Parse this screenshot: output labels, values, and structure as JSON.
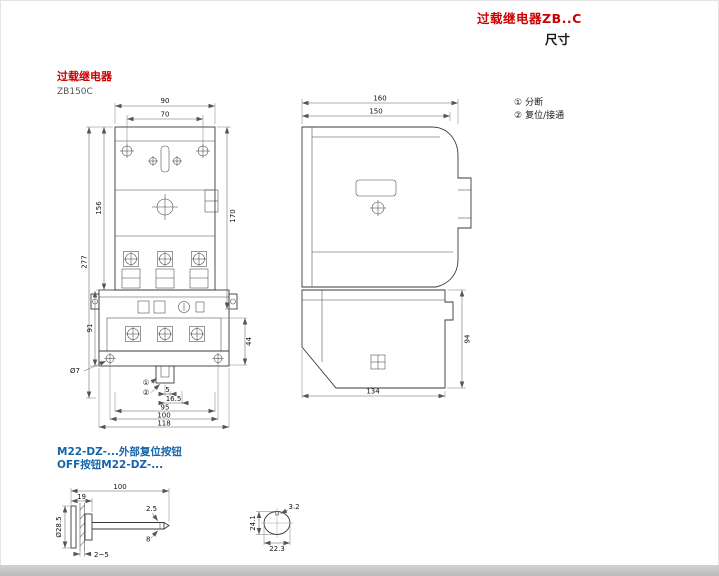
{
  "colors": {
    "title_red": "#cc0000",
    "heading_blue": "#1565ab",
    "drawing_line": "#3a3a3a",
    "footer_gray": "#c6c6c6"
  },
  "header": {
    "title": "过载继电器ZB..C",
    "subtitle": "尺寸"
  },
  "relay_section": {
    "heading": "过载继电器",
    "model": "ZB150C",
    "legend": [
      {
        "num": "①",
        "label": "分断"
      },
      {
        "num": "②",
        "label": "复位/接通"
      }
    ],
    "front_view": {
      "dim_width_outer": "90",
      "dim_width_inner": "70",
      "dim_height_upper": "156",
      "dim_height_overall": "277",
      "dim_height_relay": "91",
      "dim_height_right": "170",
      "dim_height_terminal": "44",
      "dim_hole": "Ø7",
      "dim_offset_5": "5",
      "dim_offset_165": "16.5",
      "dim_width_95": "95",
      "dim_width_100": "100",
      "dim_width_118": "118",
      "marker_1": "①",
      "marker_2": "②"
    },
    "side_view": {
      "dim_depth_outer": "160",
      "dim_depth_inner": "150",
      "dim_height_lower": "94",
      "dim_depth_bottom": "134"
    }
  },
  "button_section": {
    "heading_line1": "M22-DZ-...外部复位按钮",
    "heading_line2": "OFF按钮M22-DZ-...",
    "side_view": {
      "dim_length": "100",
      "dim_head": "19",
      "dim_rod": "2.5",
      "dim_tip": "8",
      "dim_diameter": "Ø28.5",
      "dim_panel": "2~5"
    },
    "cutout": {
      "dim_notch": "3.2",
      "dim_height": "24.1",
      "dim_width": "22.3"
    }
  }
}
